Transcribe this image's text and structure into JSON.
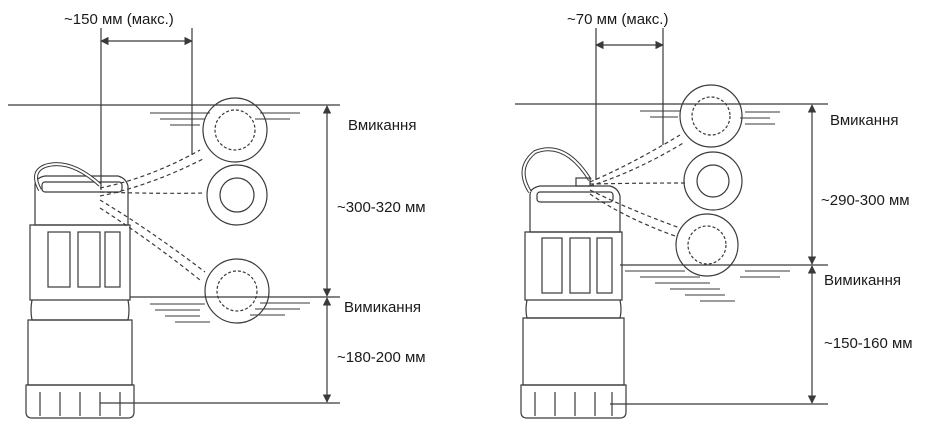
{
  "diagrams": [
    {
      "spacing_label": "~150 мм (макс.)",
      "on_label": "Вмикання",
      "range_label": "~300-320 мм",
      "off_label": "Вимикання",
      "bottom_label": "~180-200 мм"
    },
    {
      "spacing_label": "~70 мм (макс.)",
      "on_label": "Вмикання",
      "range_label": "~290-300 мм",
      "off_label": "Вимикання",
      "bottom_label": "~150-160 мм"
    }
  ],
  "colors": {
    "line": "#3a3a3a",
    "text": "#1a1a1a",
    "background": "#ffffff"
  }
}
